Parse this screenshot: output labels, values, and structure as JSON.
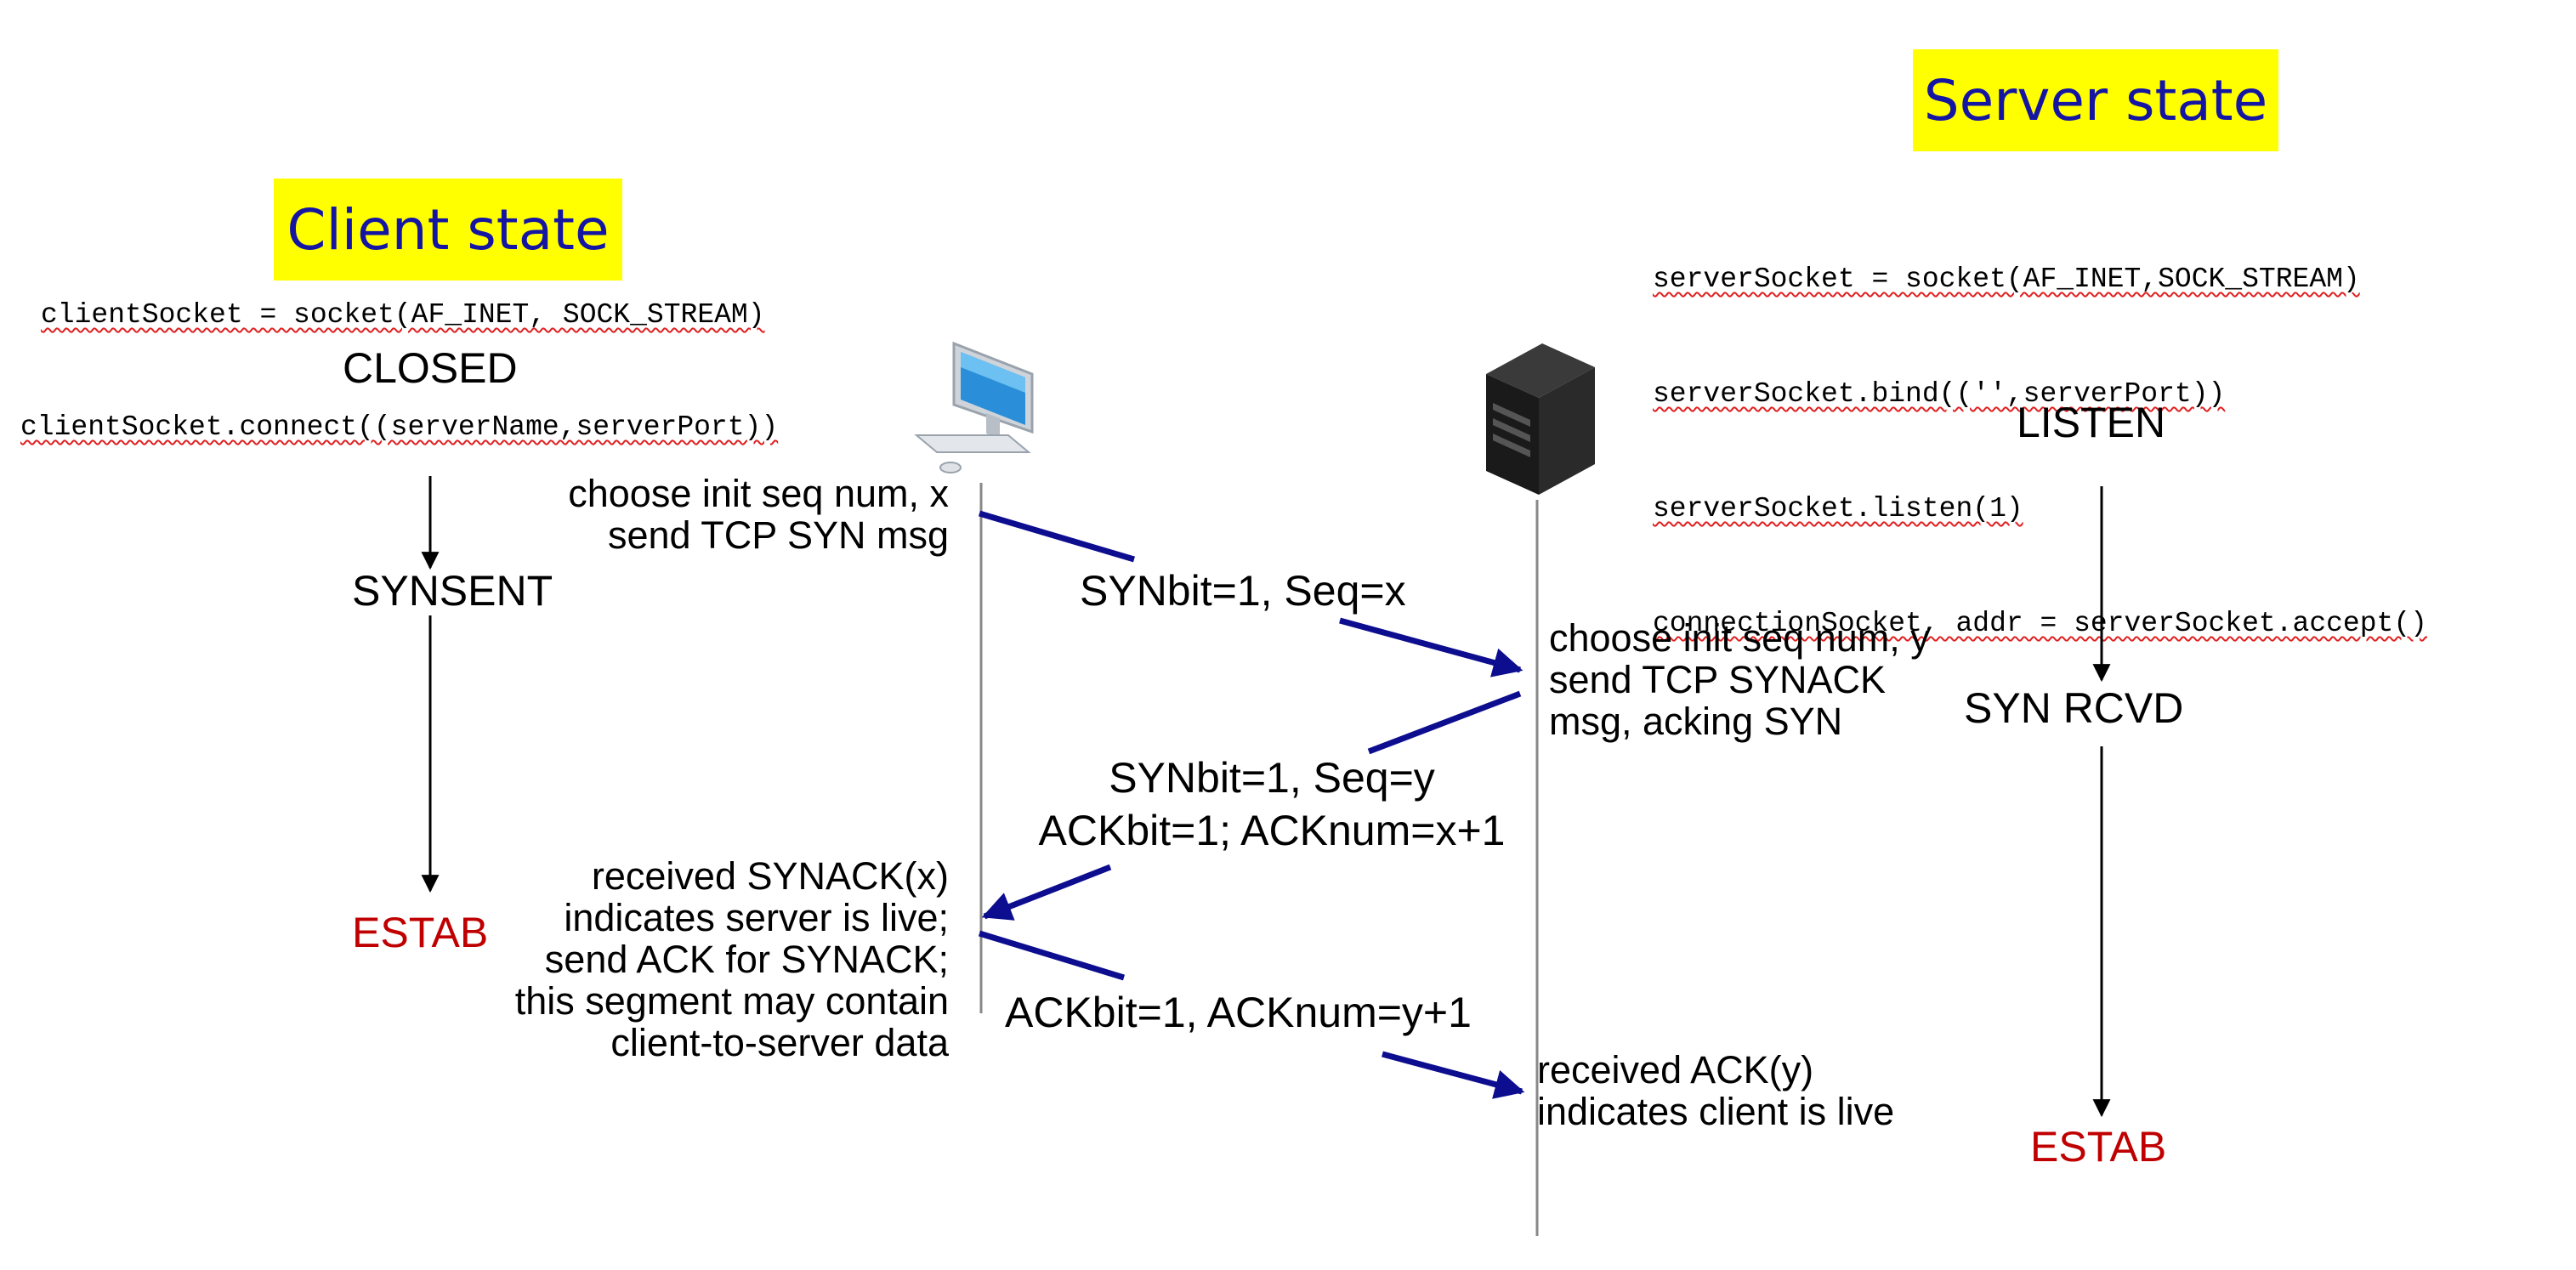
{
  "client": {
    "title": "Client state",
    "code_socket": "clientSocket = socket(AF_INET, SOCK_STREAM)",
    "state_closed": "CLOSED",
    "code_connect": "clientSocket.connect((serverName,serverPort))",
    "state_synsent": "SYNSENT",
    "state_estab": "ESTAB",
    "note_syn": [
      "choose init seq num, x",
      "send TCP SYN msg"
    ],
    "note_ack": [
      "received SYNACK(x)",
      "indicates server is live;",
      "send ACK for SYNACK;",
      "this segment may contain",
      "client-to-server data"
    ]
  },
  "server": {
    "title": "Server state",
    "code": [
      "serverSocket = socket(AF_INET,SOCK_STREAM)",
      "serverSocket.bind(('',serverPort))",
      "serverSocket.listen(1)",
      "connectionSocket, addr = serverSocket.accept()"
    ],
    "state_listen": "LISTEN",
    "state_synrcvd": "SYN RCVD",
    "state_estab": "ESTAB",
    "note_synack": [
      "choose init seq num, y",
      "send TCP SYNACK",
      "msg, acking SYN"
    ],
    "note_ack": [
      "received ACK(y)",
      "indicates client is live"
    ]
  },
  "messages": {
    "syn": "SYNbit=1, Seq=x",
    "synack_1": "SYNbit=1, Seq=y",
    "synack_2": "ACKbit=1; ACKnum=x+1",
    "ack": "ACKbit=1, ACKnum=y+1"
  },
  "icons": {
    "client": "desktop-computer-icon",
    "server": "server-tower-icon"
  },
  "colors": {
    "title_bg": "#ffff00",
    "title_text": "#1515a3",
    "arrow": "#0d0d8f",
    "estab": "#c00000"
  }
}
